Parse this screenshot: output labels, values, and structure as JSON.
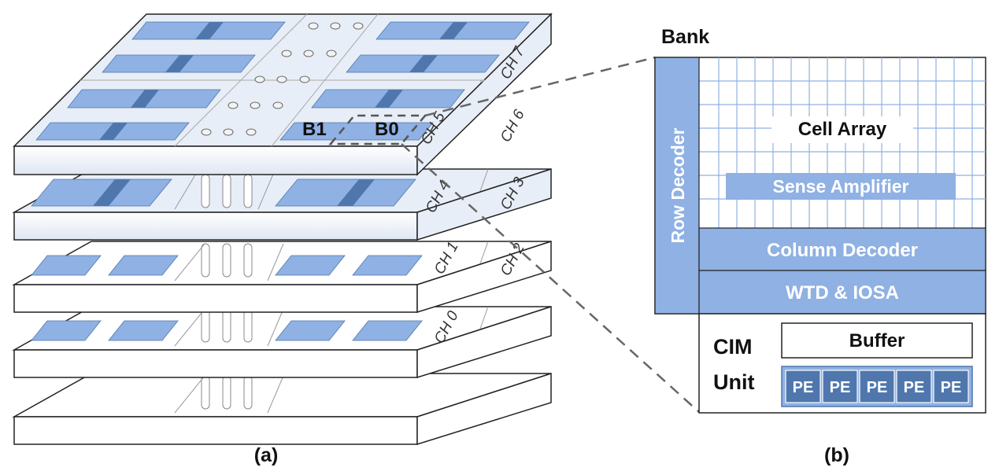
{
  "panel_a": {
    "caption": "(a)",
    "bank_labels": [
      "B1",
      "B0"
    ],
    "channel_labels": [
      "CH 7",
      "CH 6",
      "CH 5",
      "CH 4",
      "CH 3",
      "CH 2",
      "CH 1",
      "CH 0"
    ]
  },
  "panel_b": {
    "caption": "(b)",
    "title": "Bank",
    "row_decoder": "Row Decoder",
    "cell_array": "Cell Array",
    "sense_amplifier": "Sense Amplifier",
    "column_decoder": "Column Decoder",
    "wtd_iosa": "WTD & IOSA",
    "cim_unit_line1": "CIM",
    "cim_unit_line2": "Unit",
    "buffer": "Buffer",
    "pe_labels": [
      "PE",
      "PE",
      "PE",
      "PE",
      "PE"
    ]
  },
  "colors": {
    "block_blue": "#8fb1e3",
    "block_dark": "#4f77ad",
    "layer_top": "#e8eef7",
    "outline": "#222222"
  }
}
